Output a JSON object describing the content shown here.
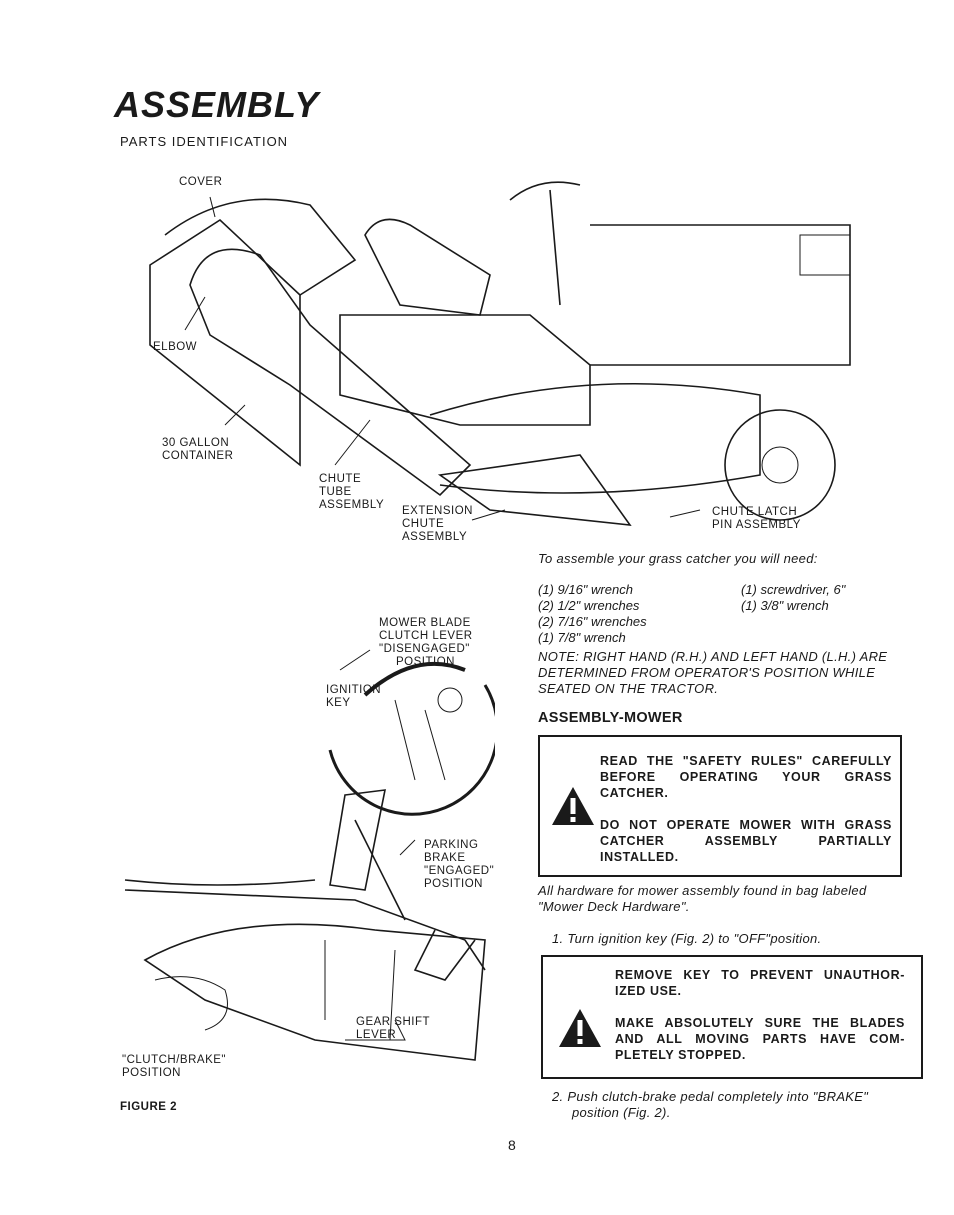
{
  "header": {
    "title": "ASSEMBLY",
    "subtitle": "PARTS IDENTIFICATION"
  },
  "figure1": {
    "labels": {
      "cover": "COVER",
      "elbow": "ELBOW",
      "container_line1": "30 GALLON",
      "container_line2": "CONTAINER",
      "chute_tube_line1": "CHUTE",
      "chute_tube_line2": "TUBE",
      "chute_tube_line3": "ASSEMBLY",
      "extension_line1": "EXTENSION",
      "extension_line2": "CHUTE",
      "extension_line3": "ASSEMBLY",
      "latch_line1": "CHUTE LATCH",
      "latch_line2": "PIN ASSEMBLY"
    }
  },
  "figure2": {
    "labels": {
      "blade_line1": "MOWER BLADE",
      "blade_line2": "CLUTCH LEVER",
      "blade_line3": "\"DISENGAGED\"",
      "blade_line4": "POSITION",
      "ignition_line1": "IGNITION",
      "ignition_line2": "KEY",
      "parking_line1": "PARKING",
      "parking_line2": "BRAKE",
      "parking_line3": "\"ENGAGED\"",
      "parking_line4": "POSITION",
      "gear_line1": "GEAR SHIFT",
      "gear_line2": "LEVER",
      "clutch_line1": "\"CLUTCH/BRAKE\"",
      "clutch_line2": "POSITION"
    },
    "caption": "FIGURE 2"
  },
  "tools": {
    "intro": "To assemble your grass catcher you will need:",
    "left": [
      "(1) 9/16\" wrench",
      "(2) 1/2\" wrenches",
      "(2) 7/16\" wrenches",
      "(1) 7/8\" wrench"
    ],
    "right": [
      "(1) screwdriver, 6\"",
      "(1) 3/8\" wrench"
    ],
    "note_line1": "NOTE: RIGHT HAND (R.H.) AND LEFT HAND (L.H.) ARE",
    "note_line2": "DETERMINED FROM OPERATOR'S POSITION WHILE",
    "note_line3": "SEATED ON THE TRACTOR."
  },
  "section": {
    "heading": "ASSEMBLY-MOWER",
    "warning1": {
      "para1": "READ THE \"SAFETY RULES\" CAREFULLY BEFORE OPERATING YOUR GRASS CATCHER.",
      "para2": "DO NOT OPERATE MOWER WITH GRASS CATCHER ASSEMBLY PARTIALLY INSTALLED."
    },
    "hardware_line1": "All hardware for mower assembly found in bag labeled",
    "hardware_line2": "\"Mower Deck Hardware\".",
    "step1": "1.  Turn ignition key (Fig. 2) to \"OFF\"position.",
    "warning2": {
      "para1": "REMOVE KEY TO PREVENT UNAUTHOR-IZED USE.",
      "para2": "MAKE ABSOLUTELY SURE THE BLADES AND ALL MOVING PARTS HAVE COM-PLETELY STOPPED."
    },
    "step2_line1": "2.  Push clutch-brake pedal completely into \"BRAKE\"",
    "step2_line2": "position (Fig. 2)."
  },
  "footer": {
    "page_number": "8"
  }
}
